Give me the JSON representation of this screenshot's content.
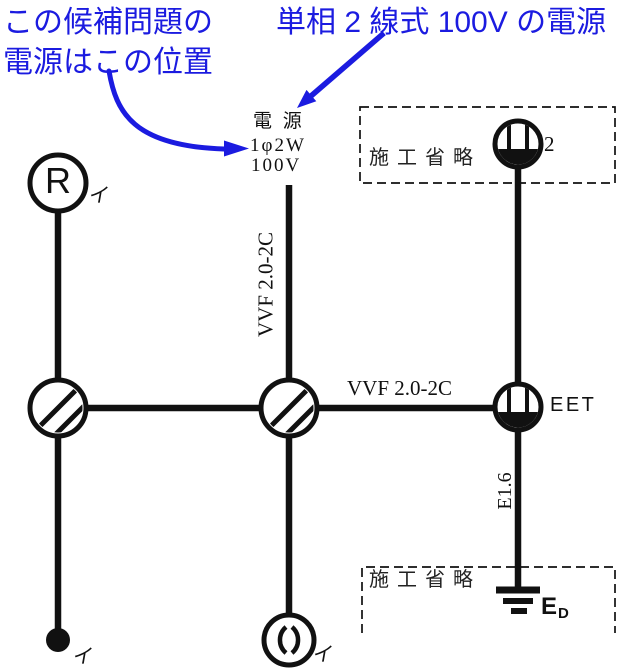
{
  "colors": {
    "annotation_blue": "#1b1be0",
    "line_black": "#111111"
  },
  "annotations": {
    "left_note_line1": "この候補問題の",
    "left_note_line2": "電源はこの位置",
    "right_note": "単相 2 線式 100V の電源"
  },
  "power_source": {
    "title": "電 源",
    "spec": "1φ2W",
    "voltage": "100V"
  },
  "cables": {
    "feeder_label": "VVF 2.0-2C",
    "branch_label": "VVF 2.0-2C",
    "earth_label": "E1.6"
  },
  "omission": {
    "top_box": "施工省略",
    "bottom_box": "施工省略"
  },
  "devices": {
    "lamp_receptacle": {
      "letter": "R",
      "circuit": "イ"
    },
    "double_receptacle": {
      "count": "2"
    },
    "eet_receptacle": {
      "label": "EET"
    },
    "ceiling_rosette": {
      "circuit": "イ"
    },
    "switch": {
      "circuit": "イ"
    },
    "earth": {
      "main": "E",
      "sub": "D"
    }
  }
}
